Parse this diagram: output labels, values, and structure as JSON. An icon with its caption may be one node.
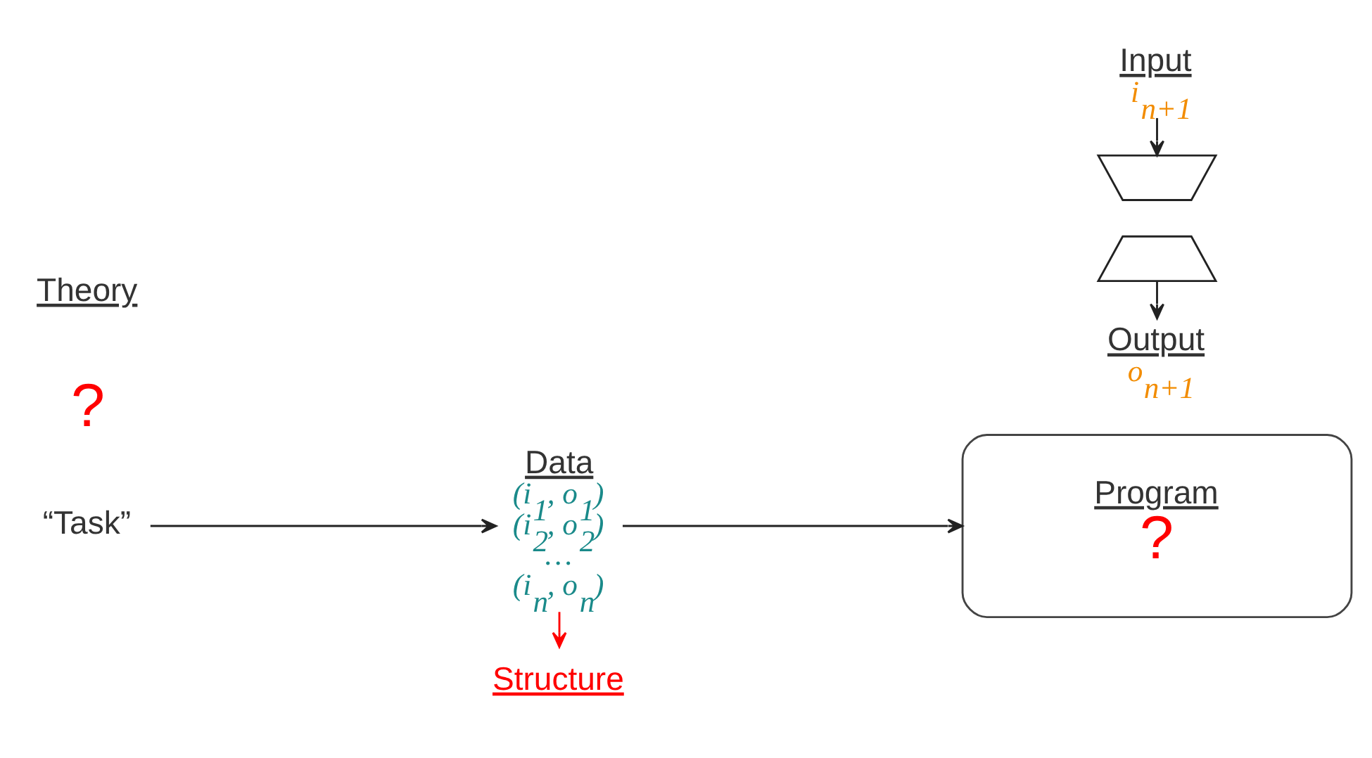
{
  "diagram": {
    "nodes": [
      {
        "text": [
          "“Task”"
        ]
      },
      {
        "text": [
          "Structure"
        ]
      },
      {
        "text": [
          "Data",
          "(i$_{1}$, o$_{1}$)",
          "(i$_{2}$, o$_{2}$)",
          "…",
          "(i$_{n}$, o$_{n}$)"
        ]
      },
      {
        "text": [
          "Input",
          "i$_{n+1}$"
        ]
      },
      {
        "text": [],
        "shape": "trapezoid"
      },
      {
        "text": [
          "Program",
          "?"
        ]
      },
      {
        "text": [],
        "shape": "trapezoid"
      },
      {
        "text": [
          "Output",
          "o$_{n+1}$"
        ]
      }
    ],
    "edges": [
      {
        "from": 0,
        "to": 2,
        "arrow": "to"
      },
      {
        "from": 2,
        "to": 1,
        "arrow": "to",
        "color": "#ff0000"
      },
      {
        "from": 2,
        "to": 5,
        "arrow": "to"
      },
      {
        "from": 3,
        "to": 4,
        "arrow": "to"
      },
      {
        "from": 6,
        "to": 7,
        "arrow": "to"
      }
    ],
    "labels": [
      "Theory",
      "?"
    ]
  }
}
